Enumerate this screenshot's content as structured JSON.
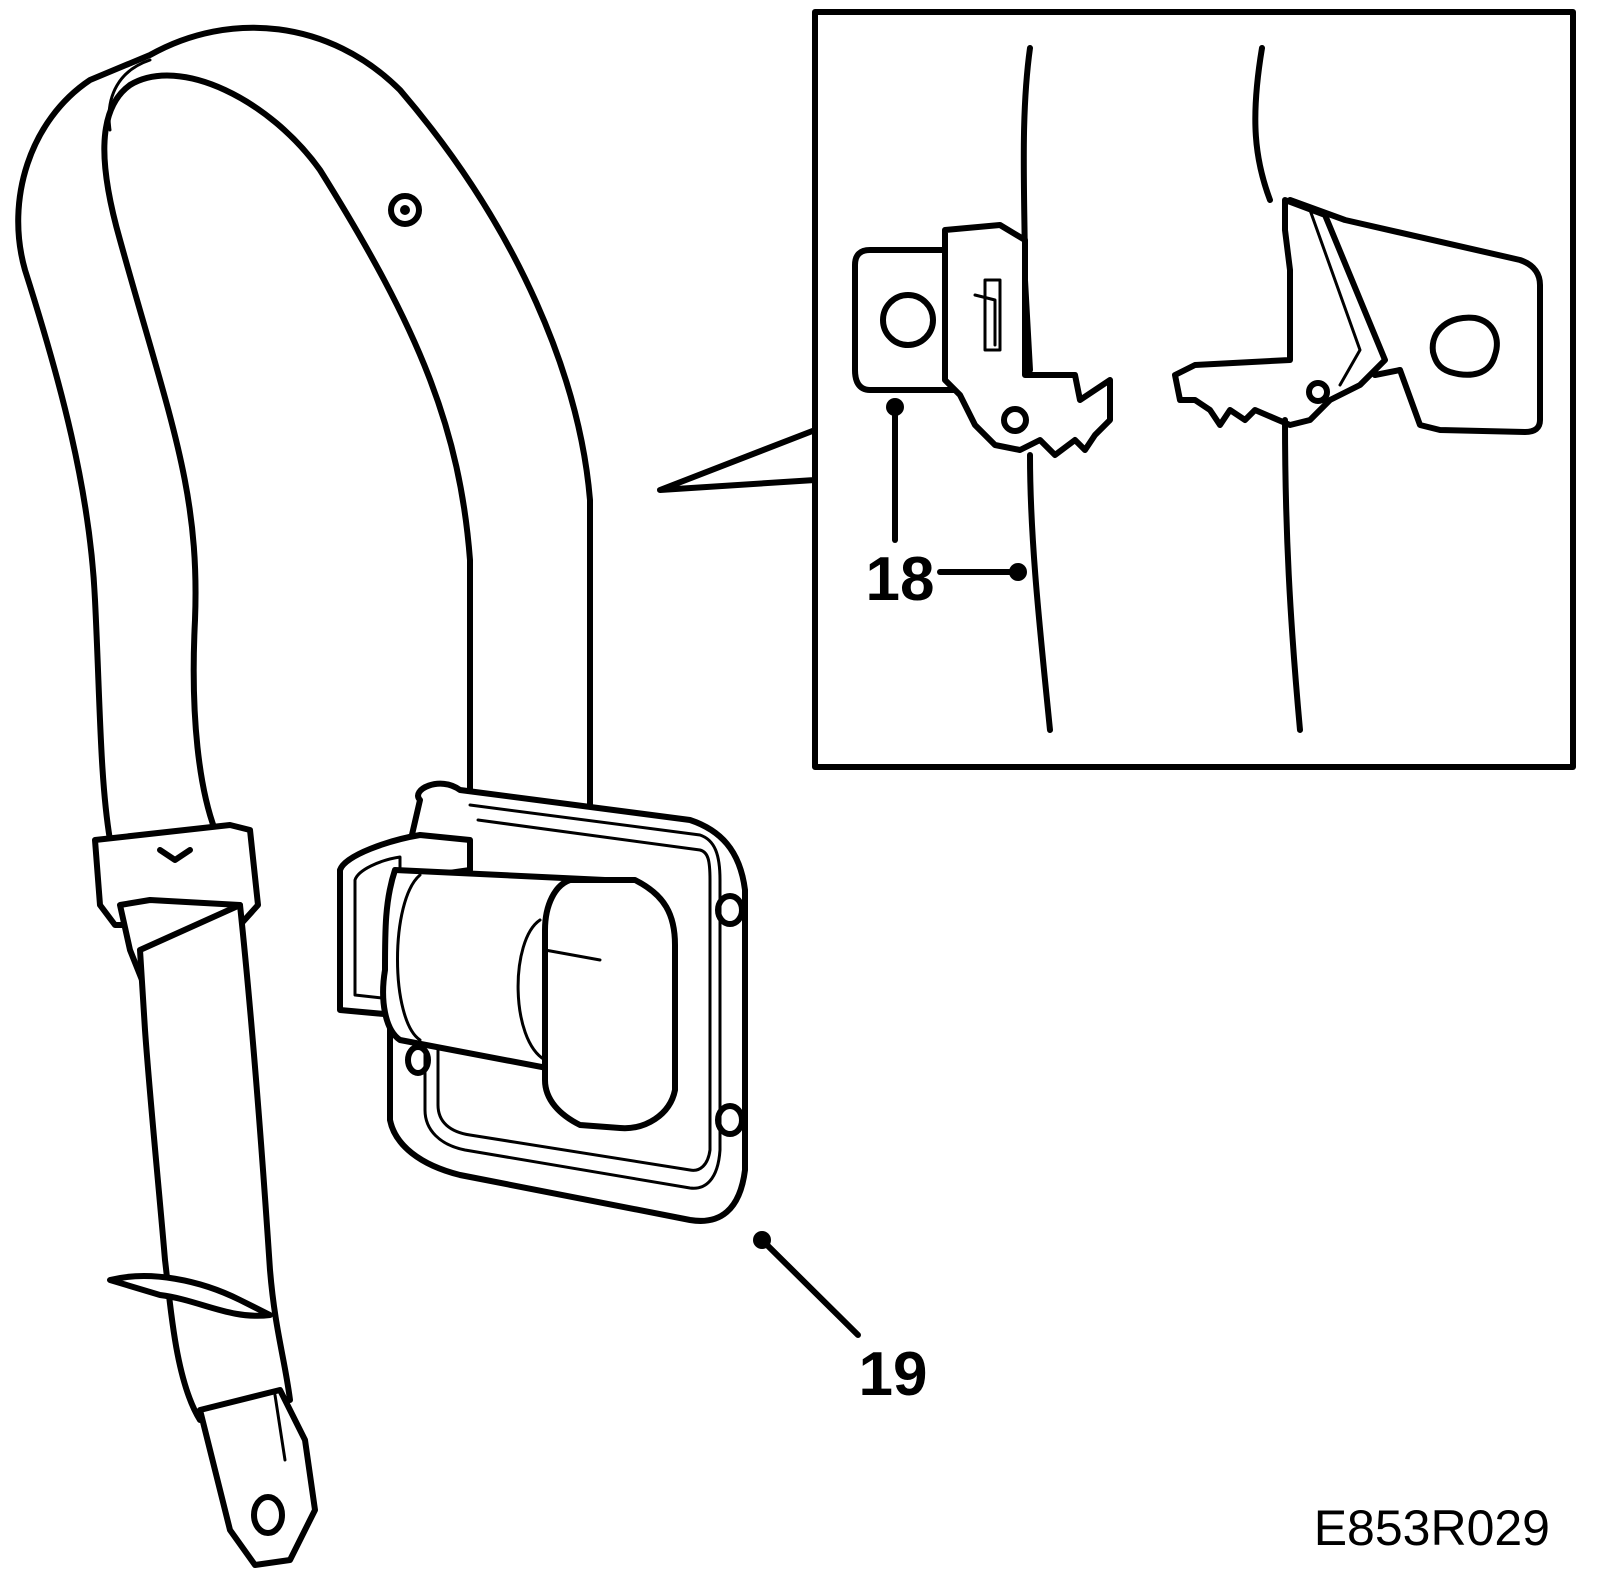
{
  "figure_id": "E853R029",
  "callouts": [
    {
      "label": "18"
    },
    {
      "label": "19"
    }
  ]
}
